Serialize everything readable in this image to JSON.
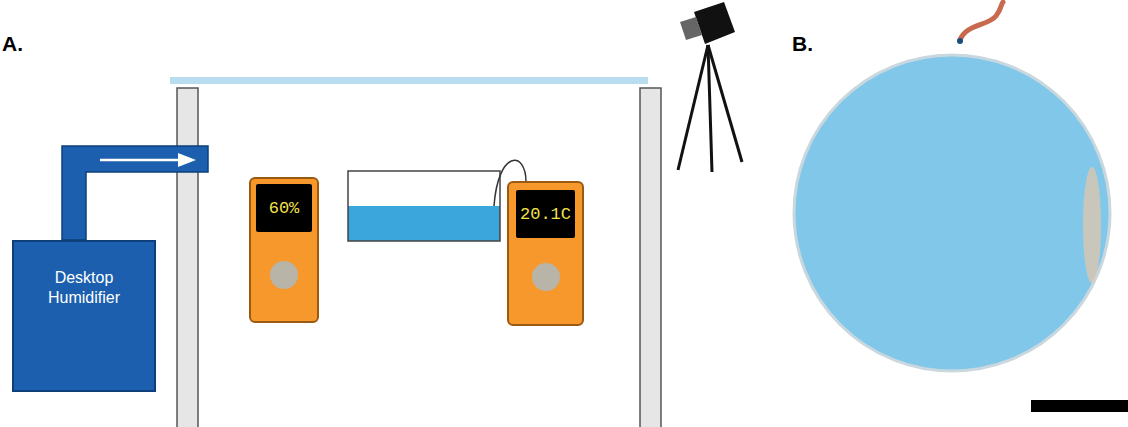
{
  "diagram": {
    "nodes": [
      {
        "text": [
          "Desktop Humidifier"
        ]
      },
      {
        "text": [
          "60%"
        ]
      },
      {
        "text": [
          "20.1C"
        ]
      }
    ],
    "labels": [
      "A.",
      "B."
    ]
  }
}
